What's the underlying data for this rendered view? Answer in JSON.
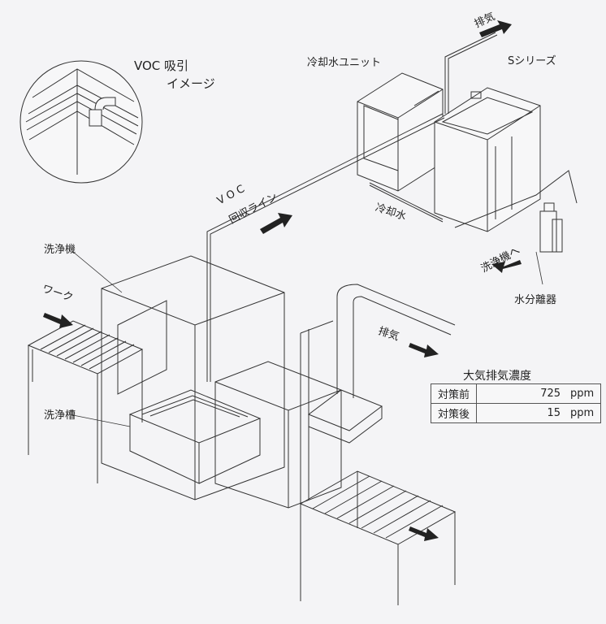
{
  "labels": {
    "voc_suction": "VOC 吸引",
    "image": "イメージ",
    "chiller_unit": "冷却水ユニット",
    "exhaust_top": "排気",
    "s_series": "Sシリーズ",
    "voc": "VOC",
    "recovery_line": "回収ライン",
    "cooling_water": "冷却水",
    "to_washer": "洗浄機へ",
    "water_separator": "水分離器",
    "washer": "洗浄機",
    "work": "ワーク",
    "exhaust_mid": "排気",
    "wash_tank": "洗浄槽"
  },
  "concentration": {
    "title": "大気排気濃度",
    "rows": [
      {
        "label": "対策前",
        "value": "725",
        "unit": "ppm"
      },
      {
        "label": "対策後",
        "value": "15",
        "unit": "ppm"
      }
    ]
  },
  "colors": {
    "line": "#333333",
    "background": "#f4f4f6",
    "arrow": "#222222"
  }
}
